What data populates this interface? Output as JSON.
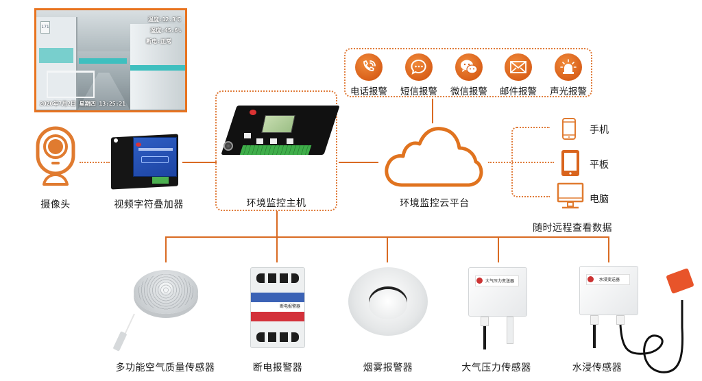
{
  "camera_feed": {
    "overlay_lines": [
      "温度:12.3℃",
      "湿度:45.6%",
      "断电:正常"
    ],
    "timestamp": "2020年7月2日  星期四  13:25:21",
    "aisle_number": "171"
  },
  "alarms": {
    "items": [
      {
        "icon": "phone-icon",
        "label": "电话报警"
      },
      {
        "icon": "sms-icon",
        "label": "短信报警"
      },
      {
        "icon": "wechat-icon",
        "label": "微信报警"
      },
      {
        "icon": "email-icon",
        "label": "邮件报警"
      },
      {
        "icon": "siren-icon",
        "label": "声光报警"
      }
    ]
  },
  "chain": {
    "camera": {
      "icon": "camera-icon",
      "label": "摄像头"
    },
    "overlayer": {
      "label": "视频字符叠加器"
    },
    "host": {
      "label": "环境监控主机"
    },
    "cloud": {
      "icon": "cloud-icon",
      "label": "环境监控云平台"
    }
  },
  "terminals": {
    "items": [
      {
        "icon": "phone-device-icon",
        "label": "手机"
      },
      {
        "icon": "tablet-icon",
        "label": "平板"
      },
      {
        "icon": "monitor-icon",
        "label": "电脑"
      }
    ],
    "caption": "随时远程查看数据"
  },
  "sensors": {
    "items": [
      {
        "label": "多功能空气质量传感器"
      },
      {
        "label": "断电报警器",
        "device_text": "断电报警器"
      },
      {
        "label": "烟雾报警器"
      },
      {
        "label": "大气压力传感器",
        "device_text": "大气压力变送器"
      },
      {
        "label": "水浸传感器",
        "device_text": "水浸变送器"
      }
    ]
  },
  "colors": {
    "accent": "#d96a22",
    "accent_light": "#e07b39",
    "text": "#1a1a1a"
  }
}
